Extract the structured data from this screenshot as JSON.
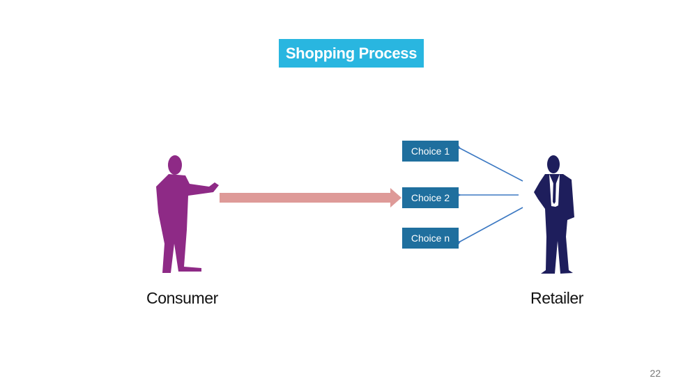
{
  "title": "Shopping Process",
  "choices": [
    "Choice 1",
    "Choice 2",
    "Choice n"
  ],
  "actors": {
    "consumer": "Consumer",
    "retailer": "Retailer"
  },
  "page_number": "22",
  "colors": {
    "title_bg": "#29b6e0",
    "choice_bg": "#1f6f9e",
    "consumer_figure": "#8e2a86",
    "retailer_figure": "#1e1e5c",
    "main_arrow": "#de9a98",
    "choice_arrows": "#3b78c2"
  },
  "icons": {
    "consumer": "person-gesturing-icon",
    "retailer": "businessman-icon"
  }
}
